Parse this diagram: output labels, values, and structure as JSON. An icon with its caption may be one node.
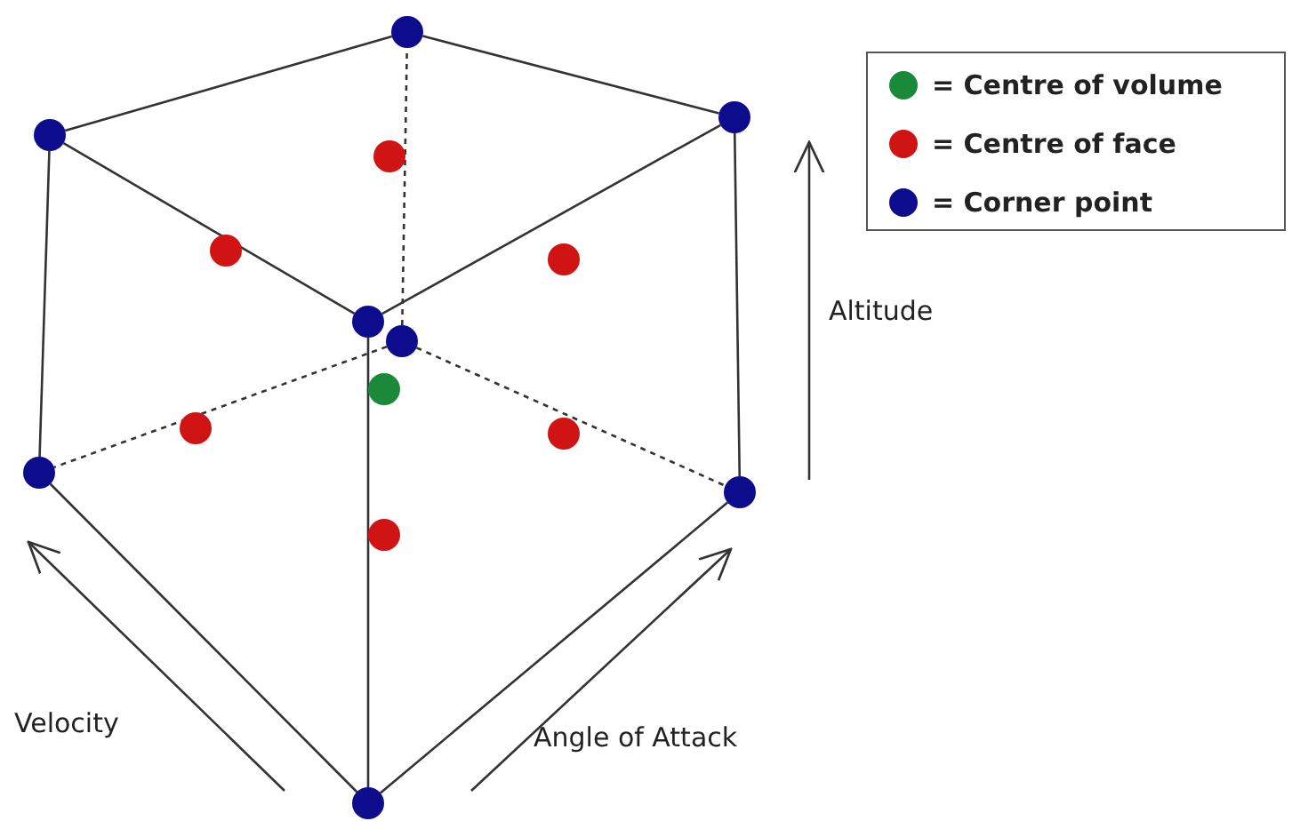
{
  "diagram": {
    "nodes": [
      {
        "text": [],
        "shape": "circle"
      },
      {
        "text": [],
        "shape": "circle"
      },
      {
        "text": [],
        "shape": "circle"
      },
      {
        "text": [],
        "shape": "circle"
      },
      {
        "text": [],
        "shape": "circle"
      },
      {
        "text": [],
        "shape": "circle"
      },
      {
        "text": [],
        "shape": "circle"
      },
      {
        "text": [],
        "shape": "circle"
      },
      {
        "text": [],
        "shape": "circle"
      },
      {
        "text": [],
        "shape": "circle"
      },
      {
        "text": [],
        "shape": "circle"
      },
      {
        "text": [],
        "shape": "circle"
      },
      {
        "text": [],
        "shape": "circle"
      },
      {
        "text": [],
        "shape": "circle"
      },
      {
        "text": [],
        "shape": "circle"
      }
    ],
    "edges": [
      {
        "from": 2,
        "to": 0,
        "arrow": "none"
      },
      {
        "from": 0,
        "to": 1,
        "arrow": "none"
      },
      {
        "from": 2,
        "to": 6,
        "arrow": "none"
      },
      {
        "from": 1,
        "to": 6,
        "arrow": "none"
      },
      {
        "from": 2,
        "to": 11,
        "arrow": "none"
      },
      {
        "from": 1,
        "to": 12,
        "arrow": "none"
      },
      {
        "from": 6,
        "to": 14,
        "arrow": "none"
      },
      {
        "from": 11,
        "to": 14,
        "arrow": "none"
      },
      {
        "from": 12,
        "to": 14,
        "arrow": "none"
      },
      {
        "from": 7,
        "to": 0,
        "arrow": "none",
        "style": "dashed"
      },
      {
        "from": 7,
        "to": 11,
        "arrow": "none",
        "style": "dashed"
      },
      {
        "from": 7,
        "to": 12,
        "arrow": "none",
        "style": "dashed"
      }
    ],
    "labels": [
      "Altitude",
      "Velocity",
      "Angle of Attack"
    ],
    "legend": [
      {
        "text": "= Centre of volume",
        "color": "#1a8a3a"
      },
      {
        "text": "= Centre of face",
        "color": "#d01414"
      },
      {
        "text": "= Corner point",
        "color": "#0c0c8c"
      }
    ]
  }
}
